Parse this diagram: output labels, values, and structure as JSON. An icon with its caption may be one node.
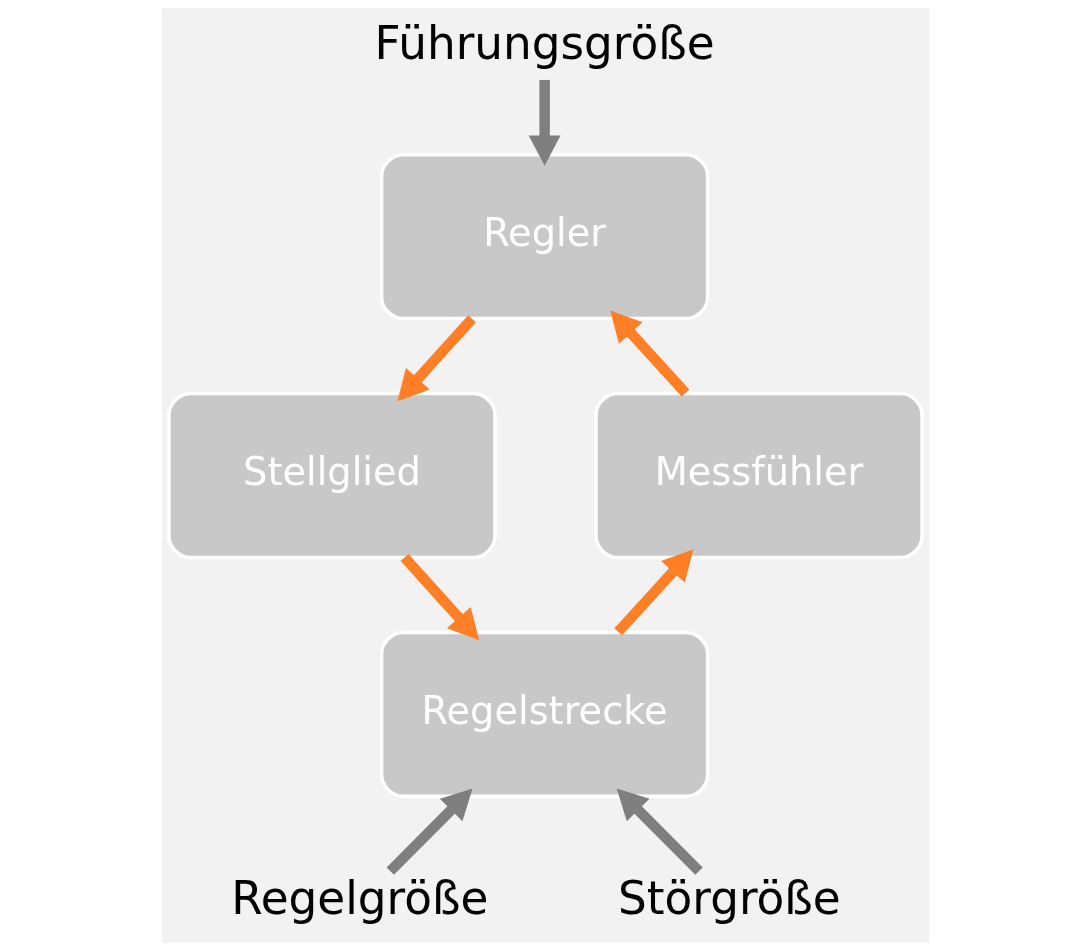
{
  "diagram": {
    "nodes": [
      {
        "text": [
          "Führungsgröße"
        ]
      },
      {
        "text": [
          "Regler"
        ]
      },
      {
        "text": [
          "Stellglied"
        ]
      },
      {
        "text": [
          "Regelstrecke"
        ]
      },
      {
        "text": [
          "Messfühler"
        ]
      },
      {
        "text": [
          "Regelgröße"
        ]
      },
      {
        "text": [
          "Störgröße"
        ]
      }
    ],
    "edges": [
      {
        "from": 0,
        "to": 1,
        "arrow": "to",
        "color": "#7f7f7f"
      },
      {
        "from": 1,
        "to": 2,
        "arrow": "to"
      },
      {
        "from": 2,
        "to": 3,
        "arrow": "to"
      },
      {
        "from": 3,
        "to": 4,
        "arrow": "to"
      },
      {
        "from": 4,
        "to": 1,
        "arrow": "to"
      },
      {
        "from": 5,
        "to": 3,
        "arrow": "to",
        "color": "#7f7f7f"
      },
      {
        "from": 6,
        "to": 3,
        "arrow": "to",
        "color": "#7f7f7f"
      }
    ]
  }
}
